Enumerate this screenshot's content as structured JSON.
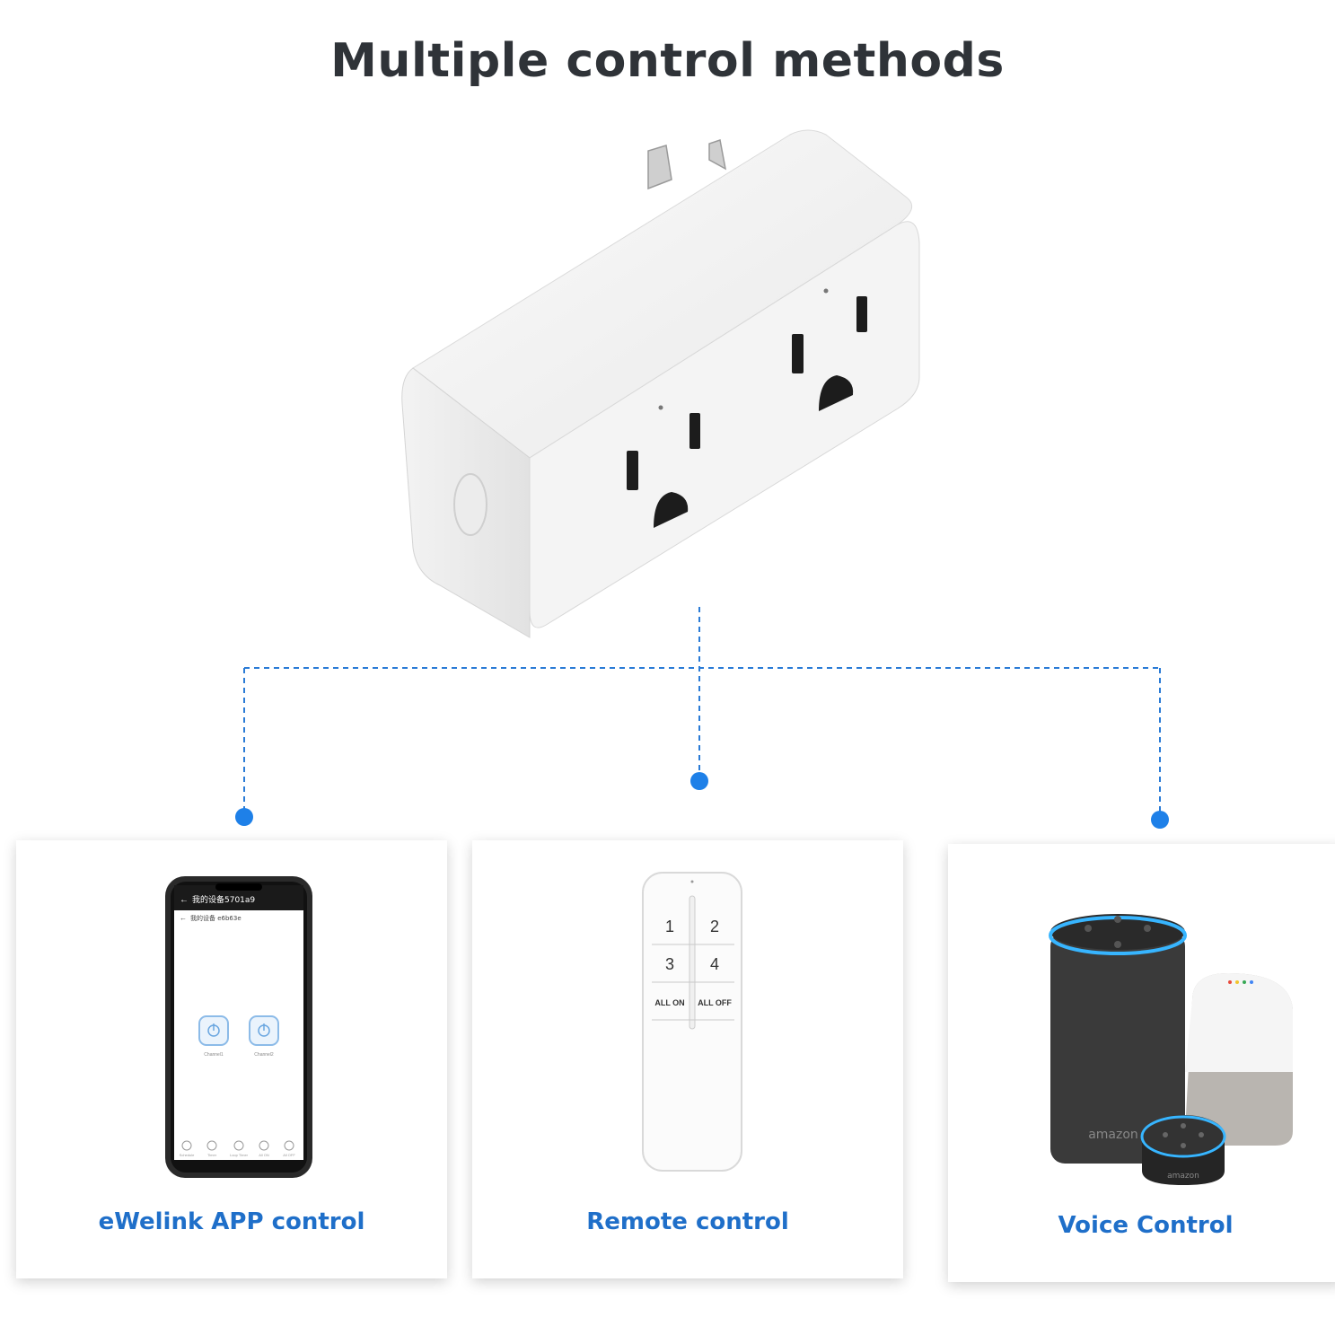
{
  "page": {
    "title": "Multiple control methods"
  },
  "colors": {
    "accent": "#1f6fc9",
    "title": "#2f3338",
    "connector": "#2a7bd6"
  },
  "methods": [
    {
      "label": "eWelink APP control",
      "icon": "smartphone-app-icon"
    },
    {
      "label": "Remote control",
      "icon": "remote-icon"
    },
    {
      "label": "Voice Control",
      "icon": "smart-speakers-icon"
    }
  ],
  "phone": {
    "header": "我的设备5701a9",
    "subheader": "我的设备 e6b63e",
    "channel1": "Channel1",
    "channel2": "Channel2",
    "nav": [
      "Schedule",
      "Timer",
      "Loop Timer",
      "All ON",
      "All OFF"
    ]
  },
  "remote": {
    "buttons": [
      "1",
      "2",
      "3",
      "4",
      "ALL ON",
      "ALL OFF"
    ]
  },
  "speakers": {
    "brand": "amazon"
  }
}
